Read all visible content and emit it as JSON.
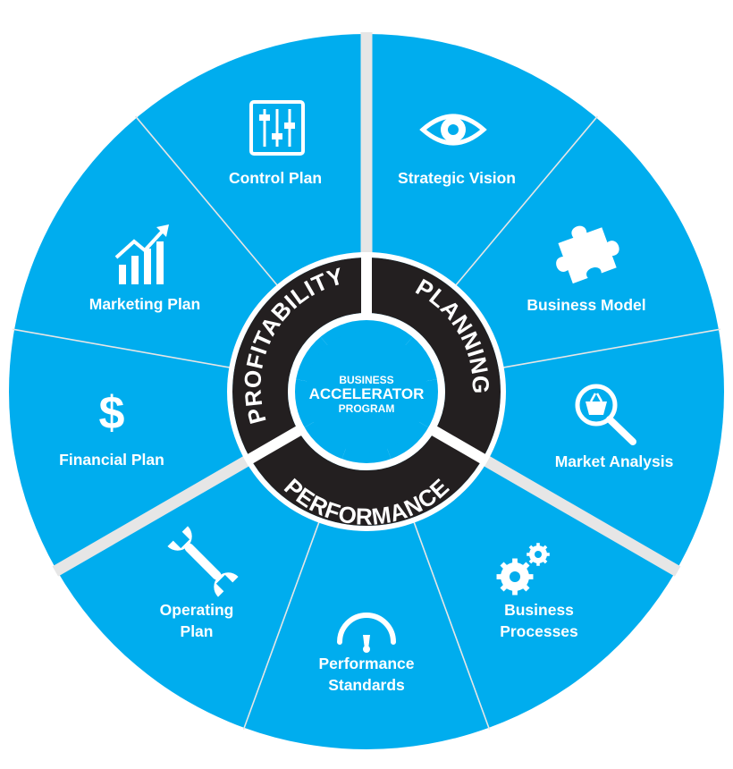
{
  "colors": {
    "segment": "#00adee",
    "divider": "#e6e6e6",
    "ring": "#231f20",
    "core": "#00adee",
    "text": "#ffffff"
  },
  "center": {
    "line1": "BUSINESS",
    "line2": "ACCELERATOR",
    "line3": "PROGRAM"
  },
  "ring": [
    {
      "label": "PLANNING"
    },
    {
      "label": "PERFORMANCE"
    },
    {
      "label": "PROFITABILITY"
    }
  ],
  "segments": [
    {
      "lines": [
        "Strategic Vision"
      ],
      "icon": "eye-icon"
    },
    {
      "lines": [
        "Business Model"
      ],
      "icon": "puzzle-icon"
    },
    {
      "lines": [
        "Market Analysis"
      ],
      "icon": "basket-magnifier-icon"
    },
    {
      "lines": [
        "Business",
        "Processes"
      ],
      "icon": "gears-icon"
    },
    {
      "lines": [
        "Performance",
        "Standards"
      ],
      "icon": "gauge-icon"
    },
    {
      "lines": [
        "Operating",
        "Plan"
      ],
      "icon": "wrench-icon"
    },
    {
      "lines": [
        "Financial Plan"
      ],
      "icon": "dollar-icon"
    },
    {
      "lines": [
        "Marketing Plan"
      ],
      "icon": "growth-chart-icon"
    },
    {
      "lines": [
        "Control Plan"
      ],
      "icon": "sliders-icon"
    }
  ]
}
